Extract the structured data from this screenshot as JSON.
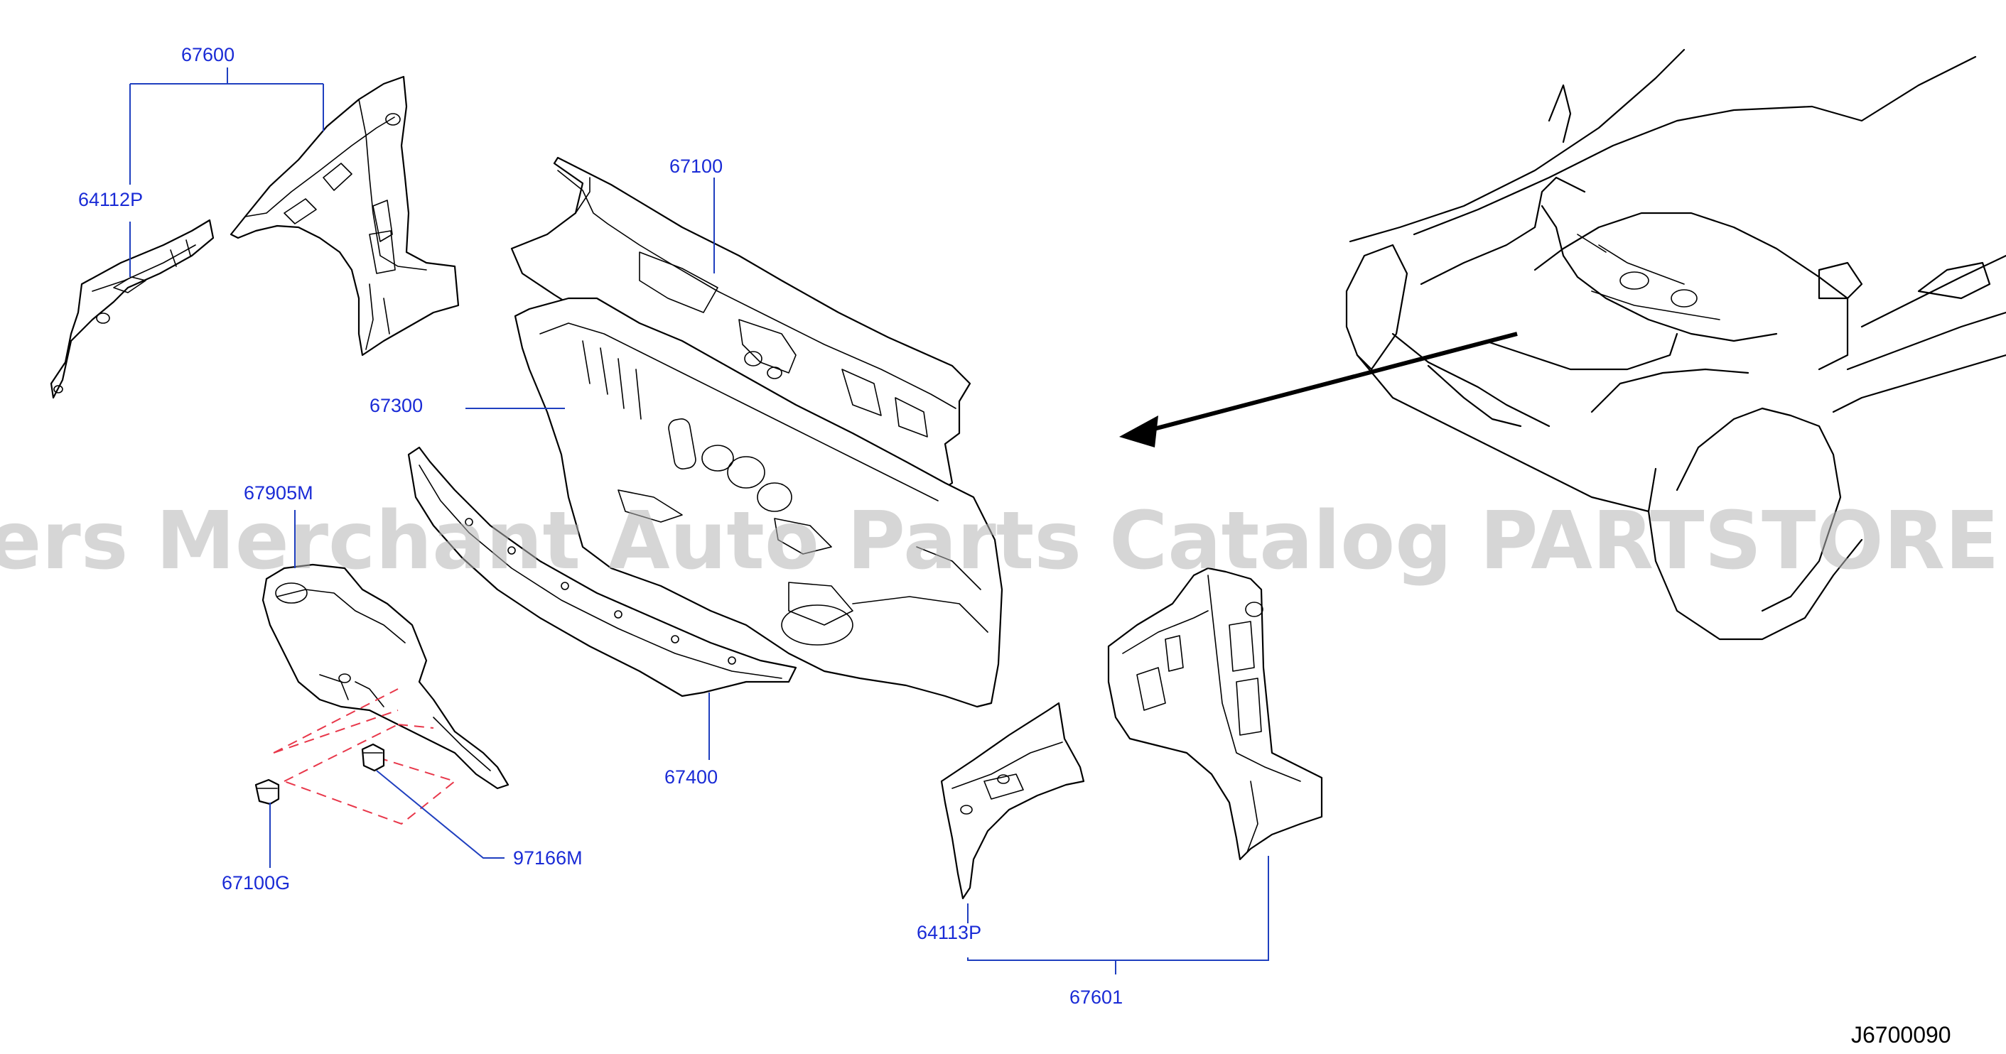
{
  "diagram": {
    "watermark": "Offers Merchant Auto Parts Catalog PARTSTORE.SA",
    "diagram_code": "J6700090",
    "callouts": [
      {
        "id": "67600",
        "label": "67600"
      },
      {
        "id": "64112P",
        "label": "64112P"
      },
      {
        "id": "67100",
        "label": "67100"
      },
      {
        "id": "67300",
        "label": "67300"
      },
      {
        "id": "67905M",
        "label": "67905M"
      },
      {
        "id": "67400",
        "label": "67400"
      },
      {
        "id": "97166M",
        "label": "97166M"
      },
      {
        "id": "67100G",
        "label": "67100G"
      },
      {
        "id": "64113P",
        "label": "64113P"
      },
      {
        "id": "67601",
        "label": "67601"
      }
    ],
    "colors": {
      "callout_text": "#1a2bd6",
      "leader_line": "#1f3fbf",
      "dashed_guide": "#e8374a",
      "line_art": "#000000",
      "watermark": "#b5b5b5"
    }
  }
}
